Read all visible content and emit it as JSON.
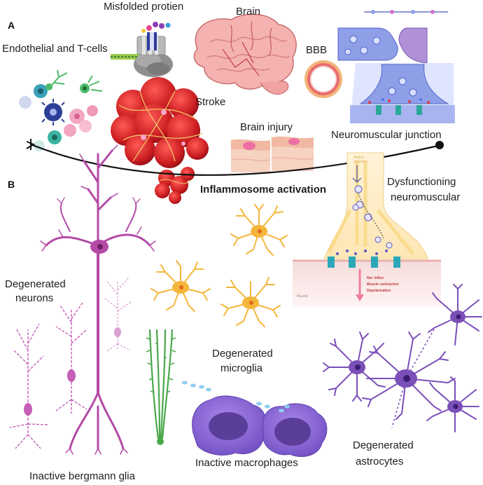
{
  "panels": {
    "a": "A",
    "b": "B"
  },
  "labels": {
    "misfolded_protein": "Misfolded protien",
    "brain": "Brain",
    "endothelial_tcells": "Endothelial and T-cells",
    "bbb": "BBB",
    "stroke": "Stroke",
    "brain_injury": "Brain injury",
    "neuromuscular_junction": "Neuromuscular junction",
    "inflammosome_activation": "Inflammosome activation",
    "dysfunctioning_line1": "Dysfunctioning",
    "dysfunctioning_line2": "neuromuscular",
    "degenerated_neurons_line1": "Degenerated",
    "degenerated_neurons_line2": "neurons",
    "degenerated_microglia_line1": "Degenerated",
    "degenerated_microglia_line2": "microglia",
    "degenerated_astrocytes_line1": "Degenerated",
    "degenerated_astrocytes_line2": "astrocytes",
    "inactive_macrophages": "Inactive macrophages",
    "inactive_bergmann_glia": "Inactive bergmann glia"
  },
  "nmj_inset": {
    "action_line1": "Action",
    "action_line2": "potential",
    "effect1": "Na+ influx",
    "effect2": "Muscle contraction",
    "effect3": "Depolarization",
    "muscle": "Muscle"
  },
  "colors": {
    "neuron_magenta": "#b44aa6",
    "microglia_orange": "#f4b63a",
    "astrocyte_purple": "#7b4fb8",
    "macrophage_violet": "#8a63d2",
    "bergmann_green": "#4aa84a",
    "stroke_red": "#d0262a",
    "brain_pink": "#f0a6a6",
    "synapse_blue": "#7f90e0",
    "arc_line": "#111111"
  }
}
